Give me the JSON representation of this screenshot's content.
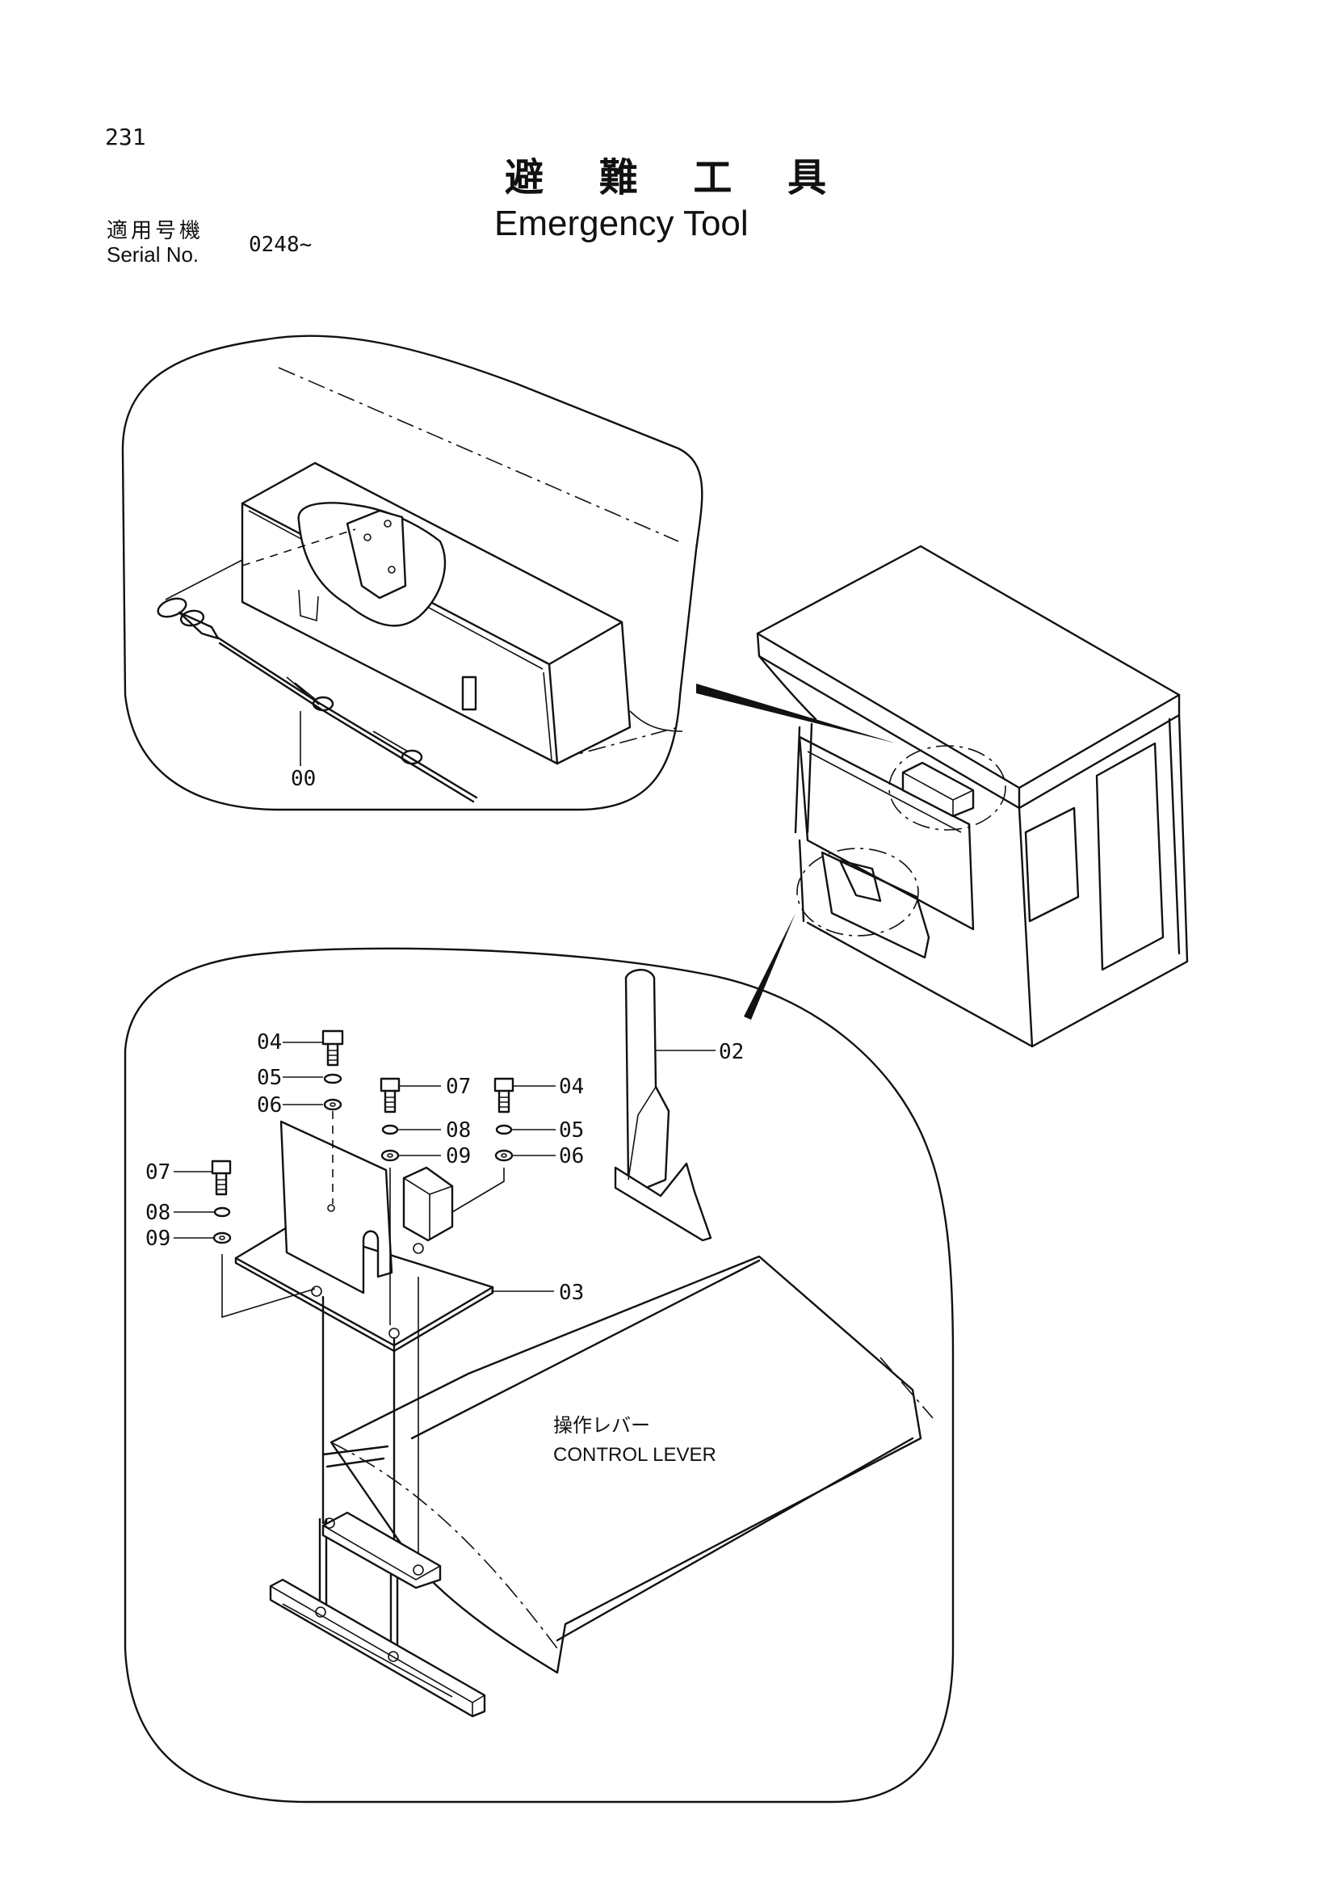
{
  "header": {
    "page_number": "231",
    "title_jp": "避 難 工 具",
    "title_en": "Emergency Tool",
    "serial_label_jp": "適用号機",
    "serial_label_en": "Serial No.",
    "serial_value": "0248~"
  },
  "callouts": [
    {
      "id": "00",
      "text": "00"
    },
    {
      "id": "02",
      "text": "02"
    },
    {
      "id": "03",
      "text": "03"
    },
    {
      "id": "04a",
      "text": "04"
    },
    {
      "id": "04b",
      "text": "04"
    },
    {
      "id": "05a",
      "text": "05"
    },
    {
      "id": "05b",
      "text": "05"
    },
    {
      "id": "06a",
      "text": "06"
    },
    {
      "id": "06b",
      "text": "06"
    },
    {
      "id": "07a",
      "text": "07"
    },
    {
      "id": "07b",
      "text": "07"
    },
    {
      "id": "08a",
      "text": "08"
    },
    {
      "id": "08b",
      "text": "08"
    },
    {
      "id": "09a",
      "text": "09"
    },
    {
      "id": "09b",
      "text": "09"
    }
  ],
  "annotation": {
    "jp": "操作レバー",
    "en": "CONTROL LEVER"
  },
  "colors": {
    "ink": "#111111",
    "paper": "#ffffff"
  }
}
